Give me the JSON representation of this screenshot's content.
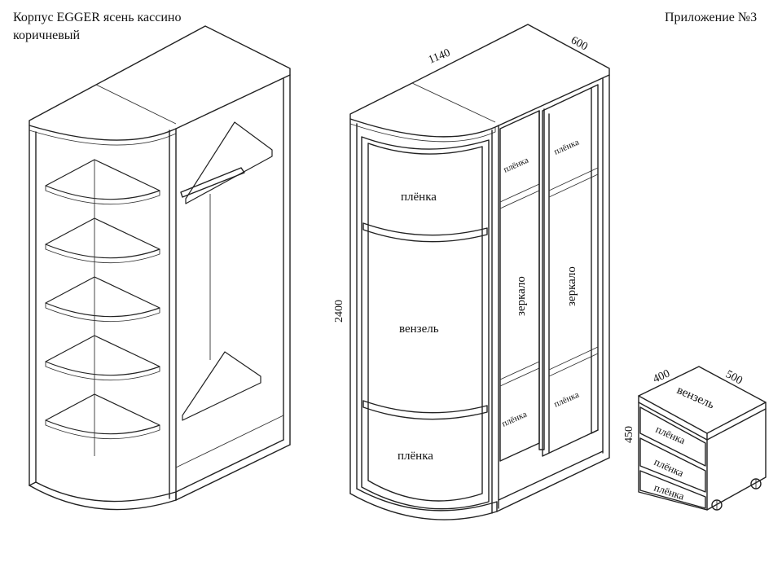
{
  "header": {
    "title_line1": "Корпус EGGER ясень кассино",
    "title_line2": "коричневый",
    "appendix": "Приложение №3"
  },
  "wardrobe": {
    "width": "1140",
    "depth": "600",
    "height": "2400",
    "door_panel_top": "плёнка",
    "door_panel_mid": "вензель",
    "door_panel_bottom": "плёнка",
    "door_left_top": "плёнка",
    "door_right_top": "плёнка",
    "door_left_mid": "зеркало",
    "door_right_mid": "зеркало",
    "door_left_bottom": "плёнка",
    "door_right_bottom": "плёнка"
  },
  "nightstand": {
    "width": "400",
    "depth": "500",
    "height": "450",
    "top": "вензель",
    "drawer1": "плёнка",
    "drawer2": "плёнка",
    "drawer3": "плёнка"
  }
}
